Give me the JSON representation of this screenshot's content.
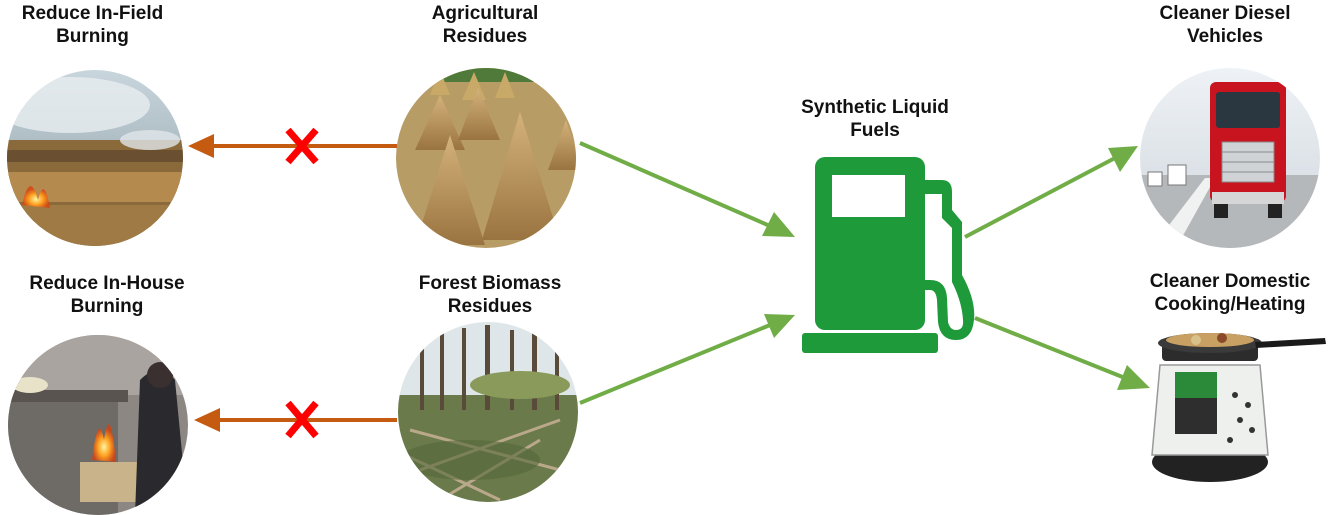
{
  "labels": {
    "reduce_field": "Reduce In-Field\nBurning",
    "agri": "Agricultural\nResidues",
    "synthetic": "Synthetic Liquid\nFuels",
    "diesel": "Cleaner Diesel\nVehicles",
    "reduce_house": "Reduce In-House\nBurning",
    "forest": "Forest Biomass\nResidues",
    "cooking": "Cleaner Domestic\nCooking/Heating"
  },
  "colors": {
    "green_arrow": "#70ad47",
    "orange_arrow": "#c55a11",
    "cross": "#ff0000",
    "pump": "#1e9a3a"
  },
  "icons": {
    "pump": "fuel-pump-icon",
    "cross": "cross-icon"
  }
}
